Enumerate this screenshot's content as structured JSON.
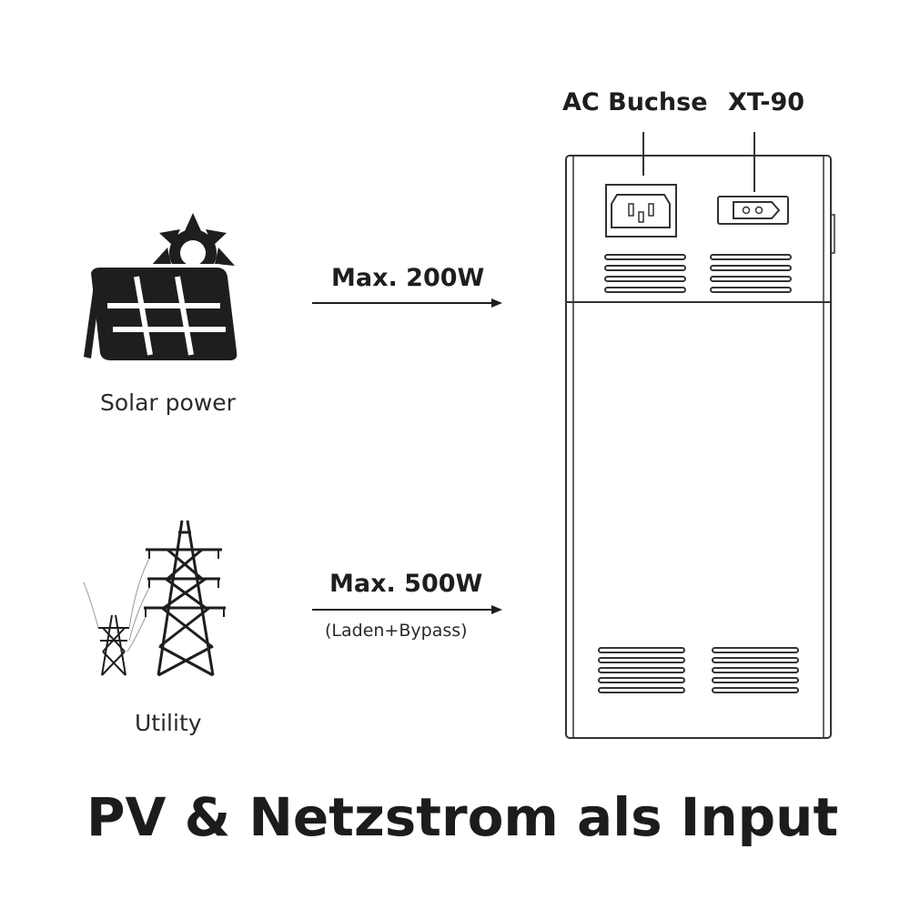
{
  "sources": {
    "solar": {
      "label": "Solar power",
      "icon": "solar-panel-icon",
      "max_label": "Max. 200W"
    },
    "utility": {
      "label": "Utility",
      "icon": "power-tower-icon",
      "max_label": "Max. 500W",
      "note": "(Laden+Bypass)"
    }
  },
  "device": {
    "ports": {
      "ac": "AC Buchse",
      "xt90": "XT-90"
    }
  },
  "headline": "PV & Netzstrom als Input",
  "colors": {
    "ink": "#1e1e1e",
    "background": "#ffffff"
  }
}
